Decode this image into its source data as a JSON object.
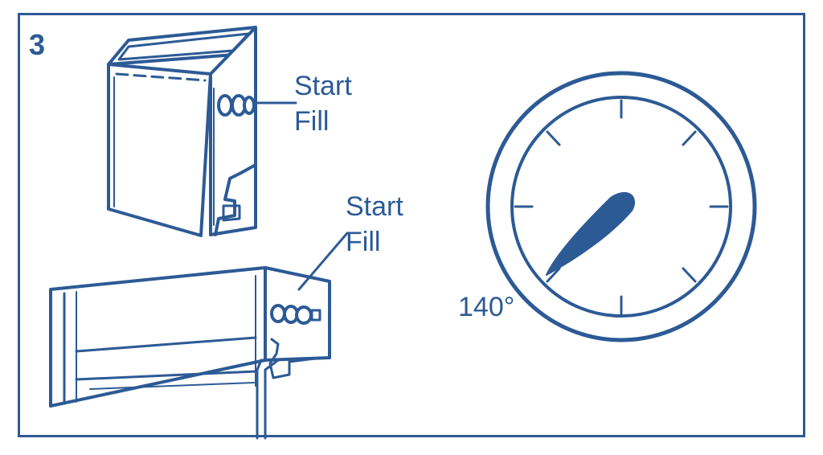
{
  "step": "3",
  "top_dispenser": {
    "label_line1": "Start",
    "label_line2": "Fill"
  },
  "bottom_dispenser": {
    "label_line1": "Start",
    "label_line2": "Fill"
  },
  "gauge": {
    "reading_label": "140°"
  },
  "colors": {
    "ink": "#2c5a95",
    "paper": "#ffffff"
  }
}
